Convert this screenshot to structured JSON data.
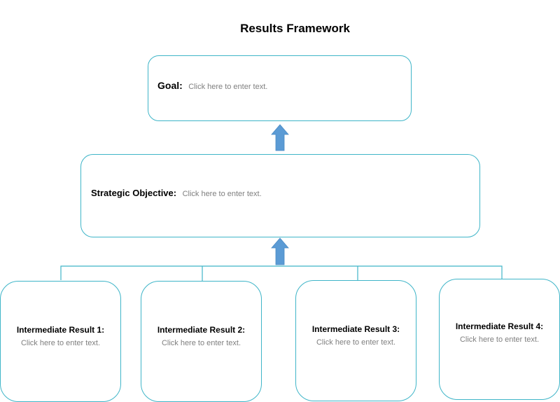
{
  "title": "Results Framework",
  "goal": {
    "label": "Goal:",
    "placeholder": "Click here to enter text."
  },
  "strategic_objective": {
    "label": "Strategic Objective:",
    "placeholder": "Click here to enter text."
  },
  "intermediate_results": [
    {
      "label": "Intermediate Result 1:",
      "placeholder": "Click here to enter text."
    },
    {
      "label": "Intermediate Result 2:",
      "placeholder": "Click here to enter text."
    },
    {
      "label": "Intermediate Result 3:",
      "placeholder": "Click here to enter text."
    },
    {
      "label": "Intermediate Result 4:",
      "placeholder": "Click here to enter text."
    }
  ],
  "colors": {
    "box_border": "#3fb5c8",
    "arrow_fill": "#5b9bd5",
    "placeholder_text": "#7f7f7f"
  },
  "icons": [
    "up-arrow-icon"
  ]
}
